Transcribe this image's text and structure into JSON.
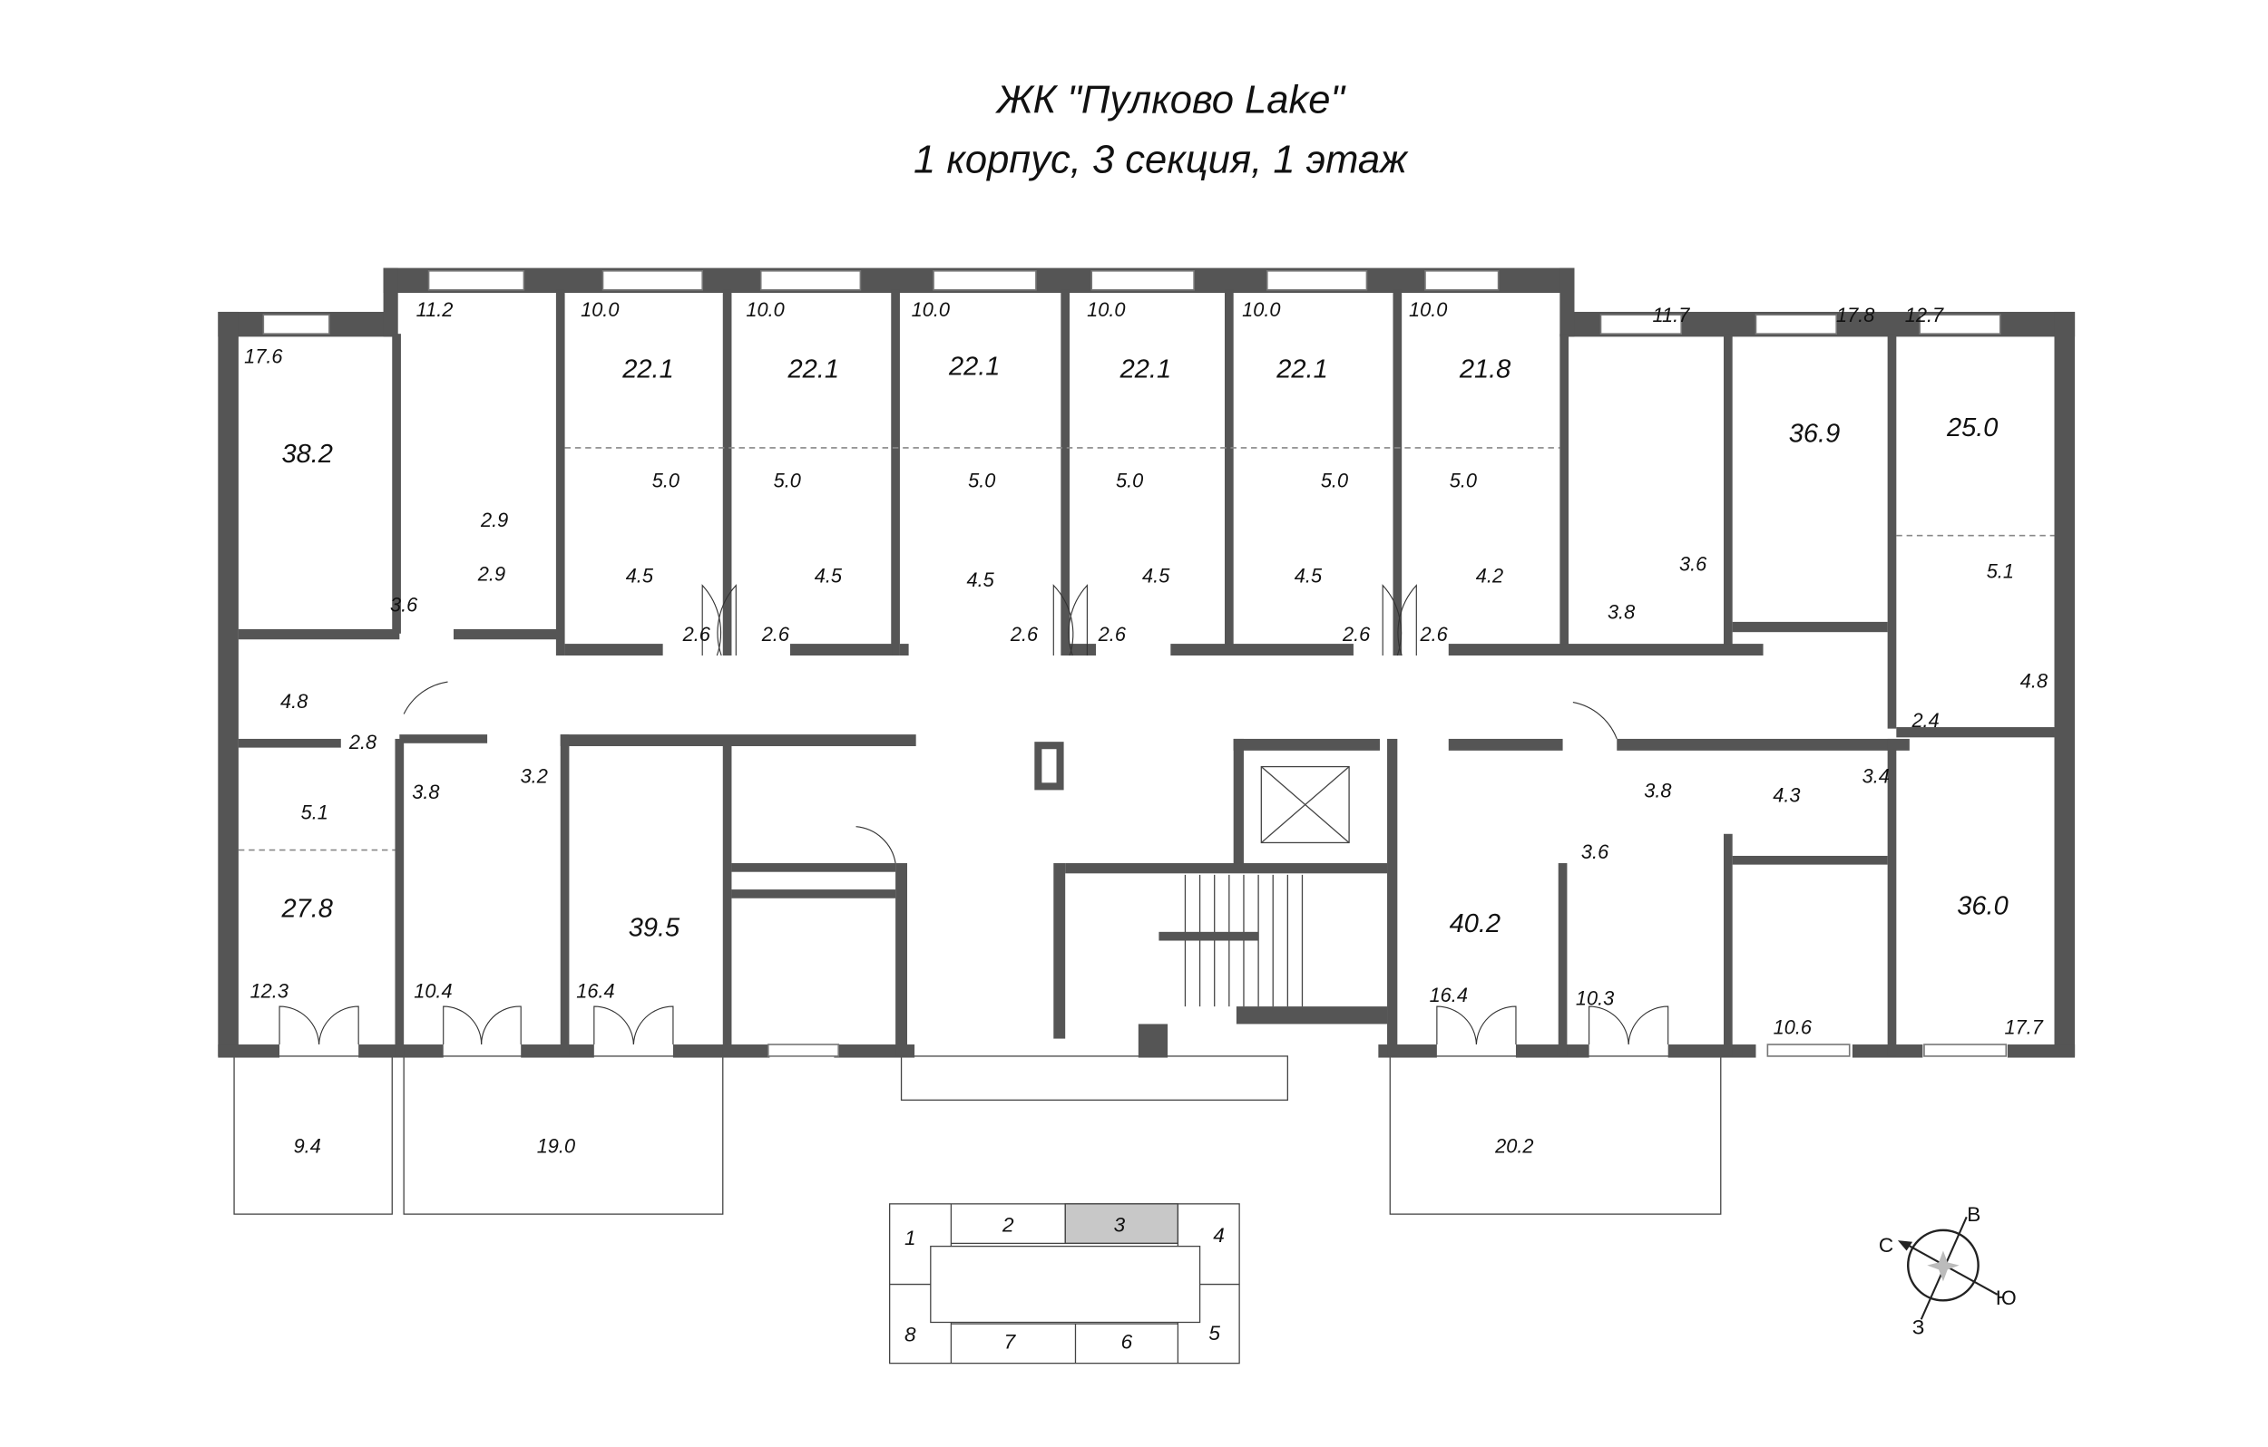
{
  "header": {
    "title": "ЖК \"Пулково Lake\"",
    "subtitle": "1 корпус, 3 секция, 1 этаж"
  },
  "rooms": [
    "17.6",
    "38.2",
    "11.2",
    "2.9",
    "2.9",
    "3.6",
    "10.0",
    "22.1",
    "5.0",
    "4.5",
    "2.6",
    "10.0",
    "22.1",
    "5.0",
    "4.5",
    "2.6",
    "10.0",
    "22.1",
    "5.0",
    "4.5",
    "2.6",
    "10.0",
    "22.1",
    "5.0",
    "4.5",
    "2.6",
    "10.0",
    "22.1",
    "5.0",
    "4.5",
    "2.6",
    "10.0",
    "21.8",
    "5.0",
    "4.2",
    "2.6",
    "11.7",
    "17.8",
    "12.7",
    "36.9",
    "25.0",
    "5.1",
    "3.6",
    "3.8",
    "4.8",
    "2.4",
    "4.8",
    "2.8",
    "5.1",
    "3.8",
    "3.2",
    "27.8",
    "39.5",
    "12.3",
    "10.4",
    "16.4",
    "9.4",
    "19.0",
    "3.8",
    "4.3",
    "3.4",
    "3.6",
    "40.2",
    "36.0",
    "16.4",
    "10.3",
    "10.6",
    "17.7",
    "20.2"
  ],
  "key_plan": {
    "sections": [
      "1",
      "2",
      "3",
      "4",
      "5",
      "6",
      "7",
      "8"
    ],
    "current_section": "3",
    "highlight_color": "#c8c8c8"
  },
  "compass": {
    "north": "С",
    "east": "В",
    "south": "Ю",
    "west": "З"
  },
  "colors": {
    "wall": "#555555"
  }
}
